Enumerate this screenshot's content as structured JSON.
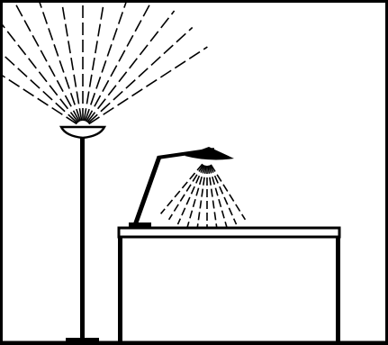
{
  "colors": {
    "background": "#ffffff",
    "ink": "#000000"
  },
  "objects": [
    {
      "name": "floor-lamp",
      "emits": "uplight"
    },
    {
      "name": "desk-lamp",
      "emits": "downlight"
    },
    {
      "name": "desk"
    }
  ]
}
